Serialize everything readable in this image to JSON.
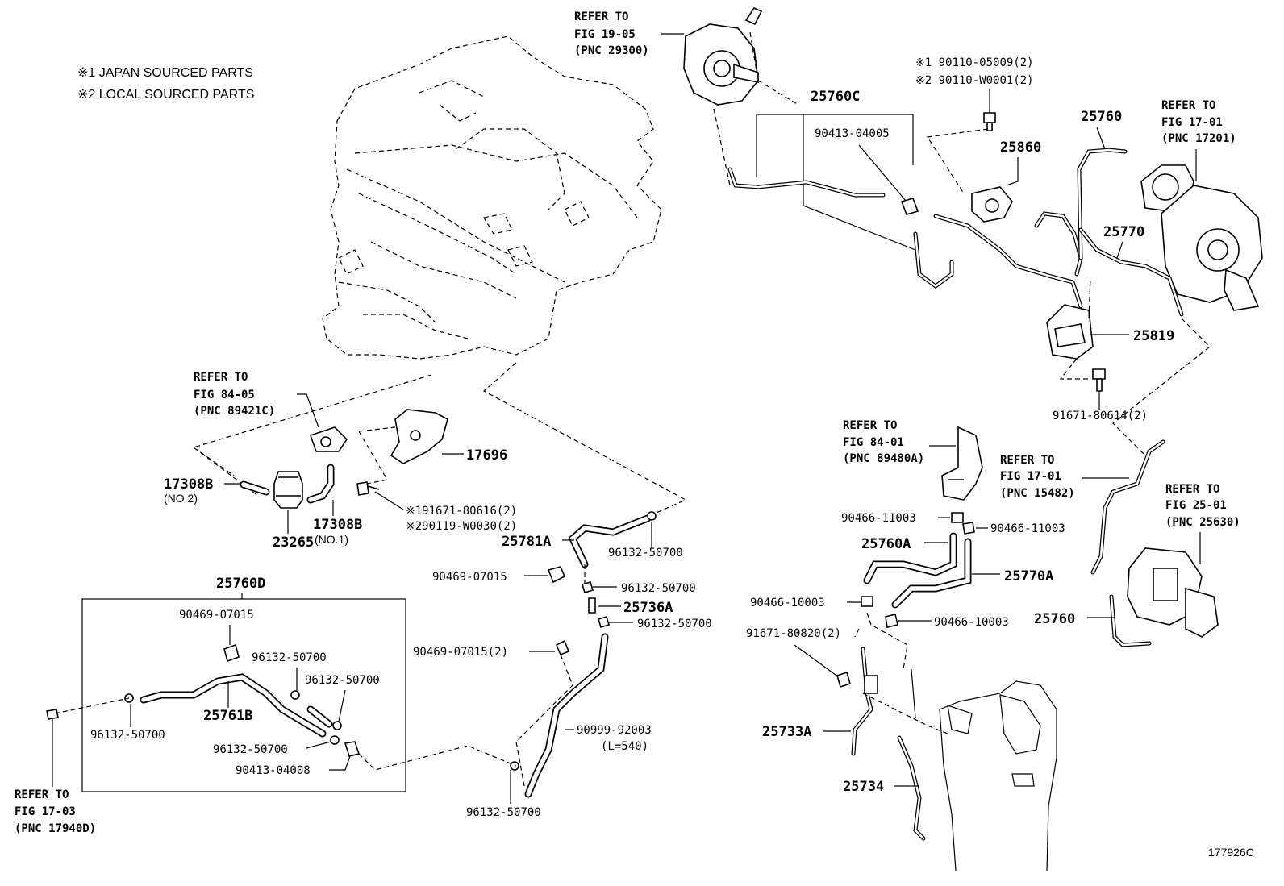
{
  "notes": {
    "n1": "※1 JAPAN SOURCED PARTS",
    "n2": "※2 LOCAL SOURCED PARTS"
  },
  "figure_id": "177926C",
  "refs": {
    "r1905": {
      "l1": "REFER TO",
      "l2": "FIG 19-05",
      "l3": "(PNC 29300)"
    },
    "r1701a": {
      "l1": "REFER TO",
      "l2": "FIG 17-01",
      "l3": "(PNC 17201)"
    },
    "r8405": {
      "l1": "REFER TO",
      "l2": "FIG 84-05",
      "l3": "(PNC 89421C)"
    },
    "r8401": {
      "l1": "REFER TO",
      "l2": "FIG 84-01",
      "l3": "(PNC 89480A)"
    },
    "r1701b": {
      "l1": "REFER TO",
      "l2": "FIG 17-01",
      "l3": "(PNC 15482)"
    },
    "r2501": {
      "l1": "REFER TO",
      "l2": "FIG 25-01",
      "l3": "(PNC 25630)"
    },
    "r1703": {
      "l1": "REFER TO",
      "l2": "FIG 17-03",
      "l3": "(PNC 17940D)"
    }
  },
  "labels": {
    "p25760C": "25760C",
    "p90413_04005": "90413-04005",
    "p90110a": "※1 90110-05009(2)",
    "p90110b": "※2 90110-W0001(2)",
    "p25860": "25860",
    "p25760_top": "25760",
    "p25770": "25770",
    "p25819": "25819",
    "p91671_80614": "91671-80614(2)",
    "p17696": "17696",
    "p17308B_2": "17308B",
    "p17308B_2n": "(NO.2)",
    "p23265": "23265",
    "p17308B_1": "17308B",
    "p17308B_1n": "(NO.1)",
    "p91671_80616": "※191671-80616(2)",
    "p90119": "※290119-W0030(2)",
    "p25781A": "25781A",
    "p96132_a": "96132-50700",
    "p90469_a": "90469-07015",
    "p96132_b": "96132-50700",
    "p25736A": "25736A",
    "p96132_c": "96132-50700",
    "p90469_b": "90469-07015(2)",
    "p90999": "90999-92003",
    "p90999_len": "(L=540)",
    "p96132_d": "96132-50700",
    "p25760D": "25760D",
    "p90469_c": "90469-07015",
    "p96132_e": "96132-50700",
    "p96132_f": "96132-50700",
    "p25761B": "25761B",
    "p96132_g": "96132-50700",
    "p96132_h": "96132-50700",
    "p90413_04008": "90413-04008",
    "p90466_a": "90466-11003",
    "p90466_b": "90466-11003",
    "p25760A": "25760A",
    "p25770A": "25770A",
    "p90466_c": "90466-10003",
    "p90466_d": "90466-10003",
    "p91671_80820": "91671-80820(2)",
    "p25760_bot": "25760",
    "p25733A": "25733A",
    "p25734": "25734"
  }
}
